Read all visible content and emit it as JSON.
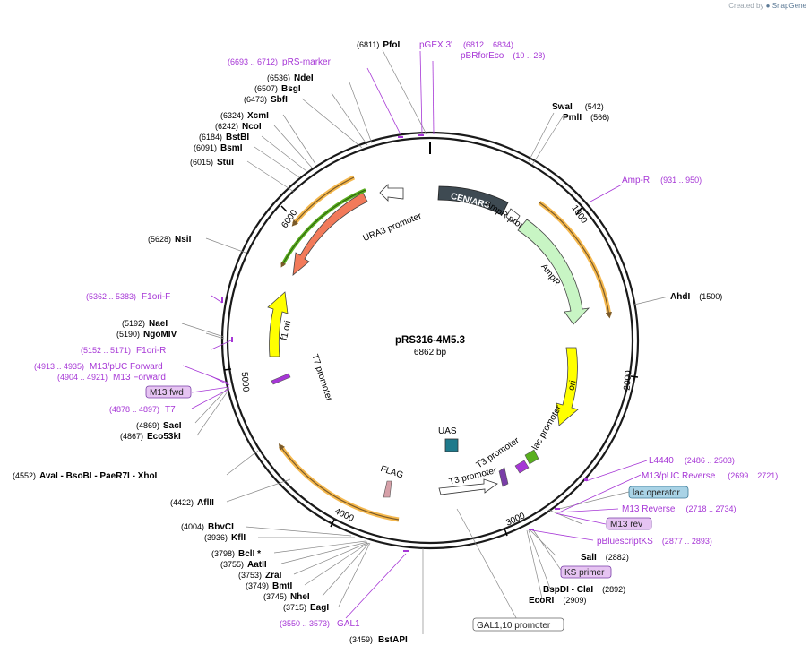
{
  "credit": {
    "prefix": "Created by",
    "brand": "SnapGene"
  },
  "plasmid": {
    "name": "pRS316-4M5.3",
    "size": "6862 bp"
  },
  "ticks": [
    "1000",
    "2000",
    "3000",
    "4000",
    "5000",
    "6000"
  ],
  "features": {
    "cen_ars": "CEN/ARS",
    "ampr_promoter": "AmpR promoter",
    "ampr": "AmpR",
    "ori": "ori",
    "f1_ori": "f1 ori",
    "ura3": "URA3",
    "ura3_promoter": "URA3 promoter",
    "t7_promoter": "T7 promoter",
    "uas": "UAS",
    "flag": "FLAG",
    "t3_promoter_outer": "T3 promoter",
    "t3_promoter_inner": "T3 promoter",
    "lac_promoter": "lac promoter"
  },
  "labels": [
    {
      "pos": "(6811)",
      "name": "PfoI",
      "kind": "enzyme"
    },
    {
      "pos": "(6693 .. 6712)",
      "name": "pRS-marker",
      "kind": "primer"
    },
    {
      "pos": "",
      "name": "pGEX 3'",
      "kind": "primer"
    },
    {
      "pos": "(6812 .. 6834)",
      "name": "",
      "kind": "primer"
    },
    {
      "pos": "(10 .. 28)",
      "name": "pBRforEco",
      "kind": "primer"
    },
    {
      "pos": "(6536)",
      "name": "NdeI",
      "kind": "enzyme"
    },
    {
      "pos": "(6507)",
      "name": "BsgI",
      "kind": "enzyme"
    },
    {
      "pos": "(6473)",
      "name": "SbfI",
      "kind": "enzyme"
    },
    {
      "pos": "(6324)",
      "name": "XcmI",
      "kind": "enzyme"
    },
    {
      "pos": "(6242)",
      "name": "NcoI",
      "kind": "enzyme"
    },
    {
      "pos": "(6184)",
      "name": "BstBI",
      "kind": "enzyme"
    },
    {
      "pos": "(6091)",
      "name": "BsmI",
      "kind": "enzyme"
    },
    {
      "pos": "(6015)",
      "name": "StuI",
      "kind": "enzyme"
    },
    {
      "pos": "(542)",
      "name": "SwaI",
      "kind": "enzyme"
    },
    {
      "pos": "(566)",
      "name": "PmlI",
      "kind": "enzyme"
    },
    {
      "pos": "(931 .. 950)",
      "name": "Amp-R",
      "kind": "primer"
    },
    {
      "pos": "(5628)",
      "name": "NsiI",
      "kind": "enzyme"
    },
    {
      "pos": "(1500)",
      "name": "AhdI",
      "kind": "enzyme"
    },
    {
      "pos": "(5362 .. 5383)",
      "name": "F1ori-F",
      "kind": "primer"
    },
    {
      "pos": "(5192)",
      "name": "NaeI",
      "kind": "enzyme"
    },
    {
      "pos": "(5190)",
      "name": "NgoMIV",
      "kind": "enzyme"
    },
    {
      "pos": "(5152 .. 5171)",
      "name": "F1ori-R",
      "kind": "primer"
    },
    {
      "pos": "(4913 .. 4935)",
      "name": "M13/pUC Forward",
      "kind": "primer"
    },
    {
      "pos": "(4904 .. 4921)",
      "name": "M13 Forward",
      "kind": "primer"
    },
    {
      "pos": "",
      "name": "M13 fwd",
      "kind": "boxed-primer"
    },
    {
      "pos": "(4878 .. 4897)",
      "name": "T7",
      "kind": "primer"
    },
    {
      "pos": "(4869)",
      "name": "SacI",
      "kind": "enzyme"
    },
    {
      "pos": "(4867)",
      "name": "Eco53kI",
      "kind": "enzyme"
    },
    {
      "pos": "(4552)",
      "name": "AvaI - BsoBI - PaeR7I - XhoI",
      "kind": "enzyme"
    },
    {
      "pos": "(4422)",
      "name": "AflII",
      "kind": "enzyme"
    },
    {
      "pos": "(4004)",
      "name": "BbvCI",
      "kind": "enzyme"
    },
    {
      "pos": "(3936)",
      "name": "KflI",
      "kind": "enzyme"
    },
    {
      "pos": "(3798)",
      "name": "BclI *",
      "kind": "enzyme"
    },
    {
      "pos": "(3755)",
      "name": "AatII",
      "kind": "enzyme"
    },
    {
      "pos": "(3753)",
      "name": "ZraI",
      "kind": "enzyme"
    },
    {
      "pos": "(3749)",
      "name": "BmtI",
      "kind": "enzyme"
    },
    {
      "pos": "(3745)",
      "name": "NheI",
      "kind": "enzyme"
    },
    {
      "pos": "(3715)",
      "name": "EagI",
      "kind": "enzyme"
    },
    {
      "pos": "(3550 .. 3573)",
      "name": "GAL1",
      "kind": "primer"
    },
    {
      "pos": "(3459)",
      "name": "BstAPI",
      "kind": "enzyme"
    },
    {
      "pos": "",
      "name": "GAL1,10 promoter",
      "kind": "boxed-feature"
    },
    {
      "pos": "(2486 .. 2503)",
      "name": "L4440",
      "kind": "primer"
    },
    {
      "pos": "(2699 .. 2721)",
      "name": "M13/pUC Reverse",
      "kind": "primer"
    },
    {
      "pos": "",
      "name": "lac operator",
      "kind": "boxed-feature"
    },
    {
      "pos": "(2718 .. 2734)",
      "name": "M13 Reverse",
      "kind": "primer"
    },
    {
      "pos": "",
      "name": "M13 rev",
      "kind": "boxed-primer"
    },
    {
      "pos": "(2877 .. 2893)",
      "name": "pBluescriptKS",
      "kind": "primer"
    },
    {
      "pos": "(2882)",
      "name": "SalI",
      "kind": "enzyme"
    },
    {
      "pos": "",
      "name": "KS primer",
      "kind": "boxed-primer"
    },
    {
      "pos": "(2892)",
      "name": "BspDI - ClaI",
      "kind": "enzyme"
    },
    {
      "pos": "(2909)",
      "name": "EcoRI",
      "kind": "enzyme"
    }
  ],
  "colors": {
    "enzyme": "#000000",
    "primer": "#a636d6",
    "backbone": "#1a1a1a",
    "cen_ars": "#3e4a52",
    "ampr": "#c8f5c4",
    "ori": "#ffff00",
    "ura3": "#f27a5a",
    "outline_orange": "#f5b84d",
    "outline_green": "#59b01e",
    "uas": "#1f7a8c",
    "lac_operator": "#a9d3e6",
    "boxed_primer": "#e6c4f2"
  }
}
